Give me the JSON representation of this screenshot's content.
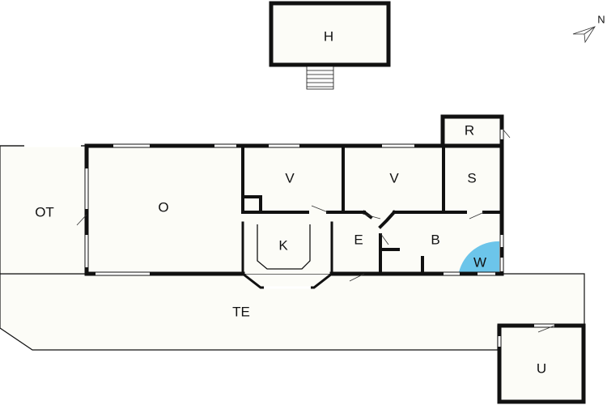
{
  "compass": {
    "label": "N"
  },
  "rooms": {
    "h": "H",
    "r": "R",
    "ot": "OT",
    "o": "O",
    "v1": "V",
    "v2": "V",
    "s": "S",
    "k": "K",
    "e": "E",
    "b": "B",
    "w": "W",
    "te": "TE",
    "u": "U"
  },
  "colors": {
    "w_area": "#6cc5ea",
    "floor": "#fcfcf7"
  }
}
